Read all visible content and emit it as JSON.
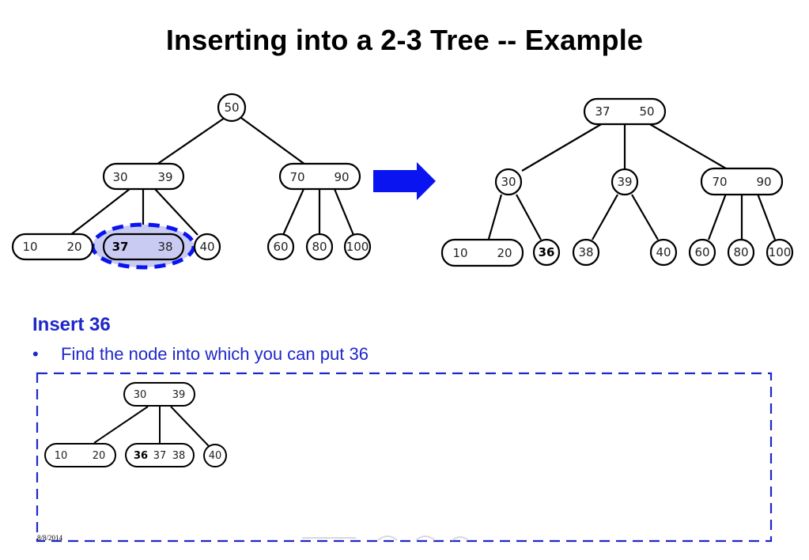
{
  "title": "Inserting into a 2-3 Tree -- Example",
  "heading": "Insert 36",
  "bullet": "Find the node into which you can put 36",
  "bullet_marker": "•",
  "footer_date": "8/8/2014",
  "colors": {
    "accent_blue": "#1f27c9",
    "arrow_blue": "#0a14f0",
    "highlight_fill": "#c9cbf3"
  },
  "left_tree": {
    "root": [
      "50"
    ],
    "level1": [
      [
        "30",
        "39"
      ],
      [
        "70",
        "90"
      ]
    ],
    "leaves": [
      [
        "10",
        "20"
      ],
      [
        "37",
        "38"
      ],
      [
        "40"
      ],
      [
        "60"
      ],
      [
        "80"
      ],
      [
        "100"
      ]
    ]
  },
  "right_tree": {
    "root": [
      "37",
      "50"
    ],
    "level1": [
      [
        "30"
      ],
      [
        "39"
      ],
      [
        "70",
        "90"
      ]
    ],
    "leaves": [
      [
        "10",
        "20"
      ],
      [
        "36"
      ],
      [
        "38"
      ],
      [
        "40"
      ],
      [
        "60"
      ],
      [
        "80"
      ],
      [
        "100"
      ]
    ]
  },
  "inset_tree": {
    "root": [
      "30",
      "39"
    ],
    "leaves": [
      [
        "10",
        "20"
      ],
      [
        "36",
        "37",
        "38"
      ],
      [
        "40"
      ]
    ]
  }
}
